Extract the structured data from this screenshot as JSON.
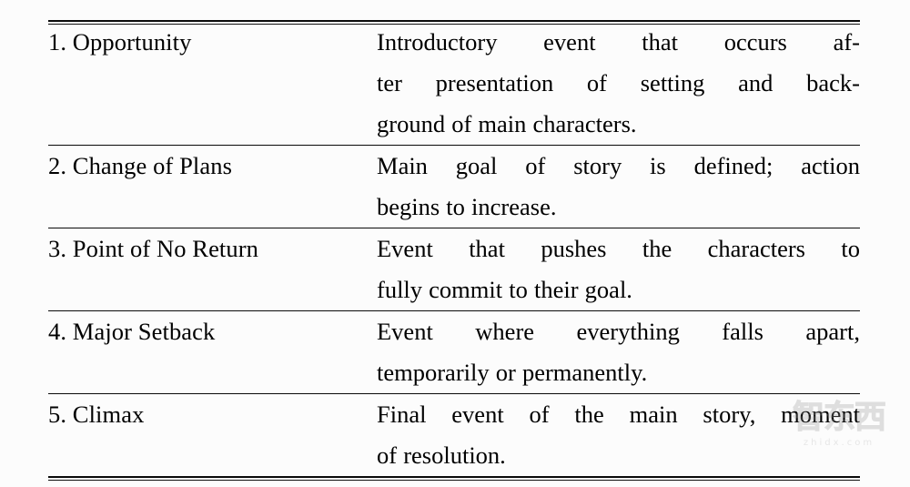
{
  "document": {
    "type": "academic-table",
    "background_color": "#fcfcfc",
    "text_color": "#000000",
    "rule_color": "#0a0a0a"
  },
  "table": {
    "columns": [
      "stage",
      "description"
    ],
    "rows": [
      {
        "label": "1. Opportunity",
        "description": "Introductory event that occurs after presentation of setting and background of main characters.",
        "description_lines": [
          "Introductory event that occurs af-",
          "ter presentation of setting and back-",
          "ground of main characters."
        ]
      },
      {
        "label": "2. Change of Plans",
        "description": "Main goal of story is defined; action begins to increase.",
        "description_lines": [
          "Main goal of story is defined; action",
          "begins to increase."
        ]
      },
      {
        "label": "3. Point of No Return",
        "description": "Event that pushes the characters to fully commit to their goal.",
        "description_lines": [
          "Event that pushes the characters to",
          "fully commit to their goal."
        ]
      },
      {
        "label": "4. Major Setback",
        "description": "Event where everything falls apart, temporarily or permanently.",
        "description_lines": [
          "Event where everything falls apart,",
          "temporarily or permanently."
        ]
      },
      {
        "label": "5. Climax",
        "description": "Final event of the main story, moment of resolution.",
        "description_lines": [
          "Final event of the main story, moment",
          "of resolution."
        ]
      }
    ]
  },
  "caption": {
    "text": "",
    "note": "cut off at image bottom edge"
  },
  "watermark": {
    "characters": "智东西",
    "url": "zhidx.com",
    "color": "#9a9a9a"
  }
}
